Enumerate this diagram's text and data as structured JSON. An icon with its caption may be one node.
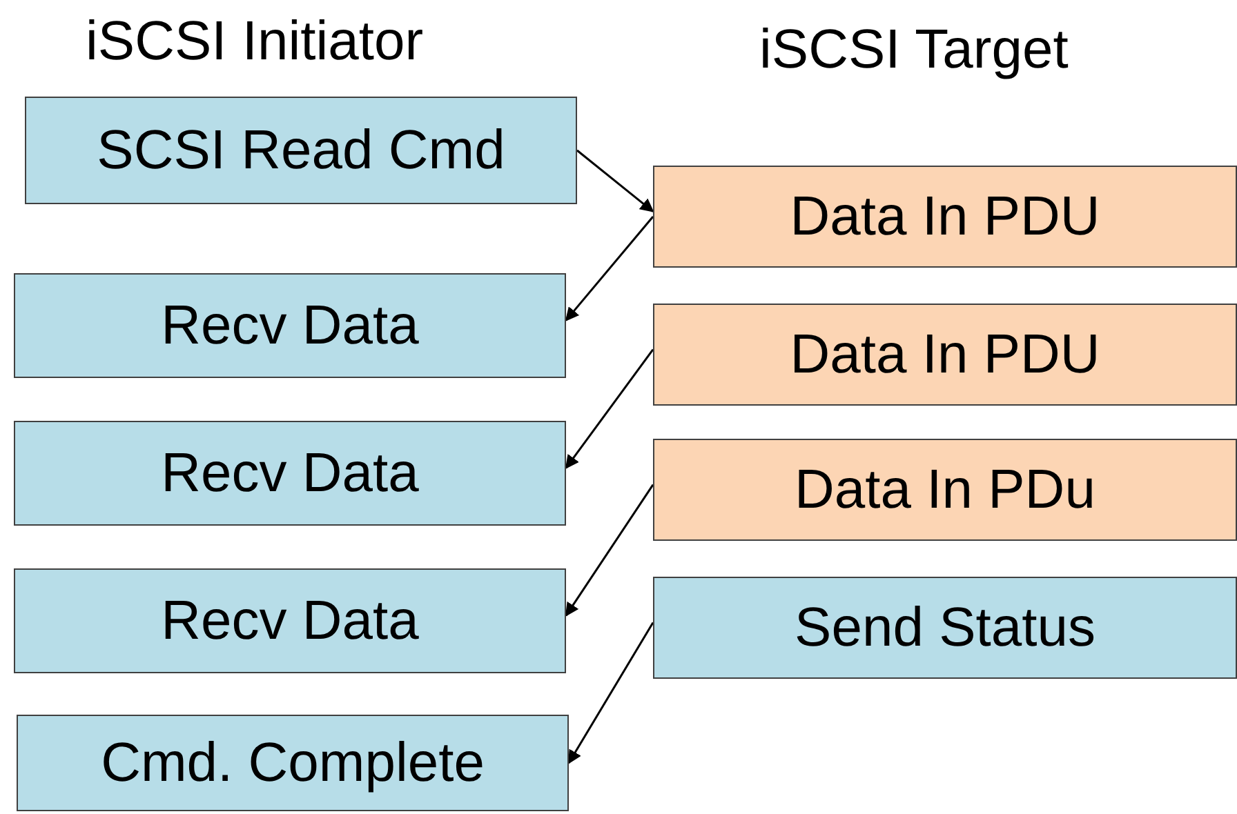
{
  "diagram": {
    "nodes": [
      {
        "text": [
          "SCSI Read Cmd"
        ]
      },
      {
        "text": [
          "Recv Data"
        ]
      },
      {
        "text": [
          "Recv Data"
        ]
      },
      {
        "text": [
          "Recv Data"
        ]
      },
      {
        "text": [
          "Cmd. Complete"
        ]
      },
      {
        "text": [
          "Data In PDU"
        ]
      },
      {
        "text": [
          "Data In PDU"
        ]
      },
      {
        "text": [
          "Data In PDu"
        ]
      },
      {
        "text": [
          "Send Status"
        ]
      }
    ],
    "edges": [
      {
        "from": 0,
        "to": 5,
        "arrow": "to"
      },
      {
        "from": 5,
        "to": 1,
        "arrow": "to"
      },
      {
        "from": 6,
        "to": 2,
        "arrow": "to"
      },
      {
        "from": 7,
        "to": 3,
        "arrow": "to"
      },
      {
        "from": 8,
        "to": 4,
        "arrow": "to"
      }
    ],
    "labels": [
      "iSCSI Initiator",
      "iSCSI Target"
    ]
  }
}
